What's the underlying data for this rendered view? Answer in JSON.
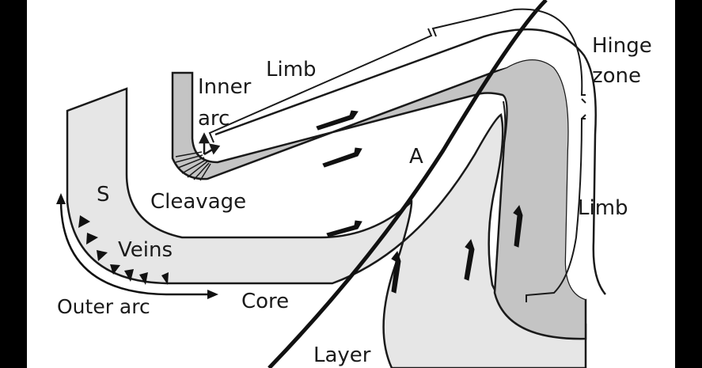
{
  "labels": {
    "limb_top": "Limb",
    "inner_arc_1": "Inner",
    "inner_arc_2": "arc",
    "hinge_1": "Hinge",
    "hinge_2": "zone",
    "limb_right": "Limb",
    "s_label": "S",
    "cleavage": "Cleavage",
    "a_label": "A",
    "veins": "Veins",
    "outer_arc": "Outer arc",
    "core": "Core",
    "layer": "Layer"
  },
  "colors": {
    "background": "#ffffff",
    "frame": "#000000",
    "light_fill": "#e6e6e6",
    "dark_fill": "#c4c4c4",
    "stroke": "#1a1a1a"
  }
}
